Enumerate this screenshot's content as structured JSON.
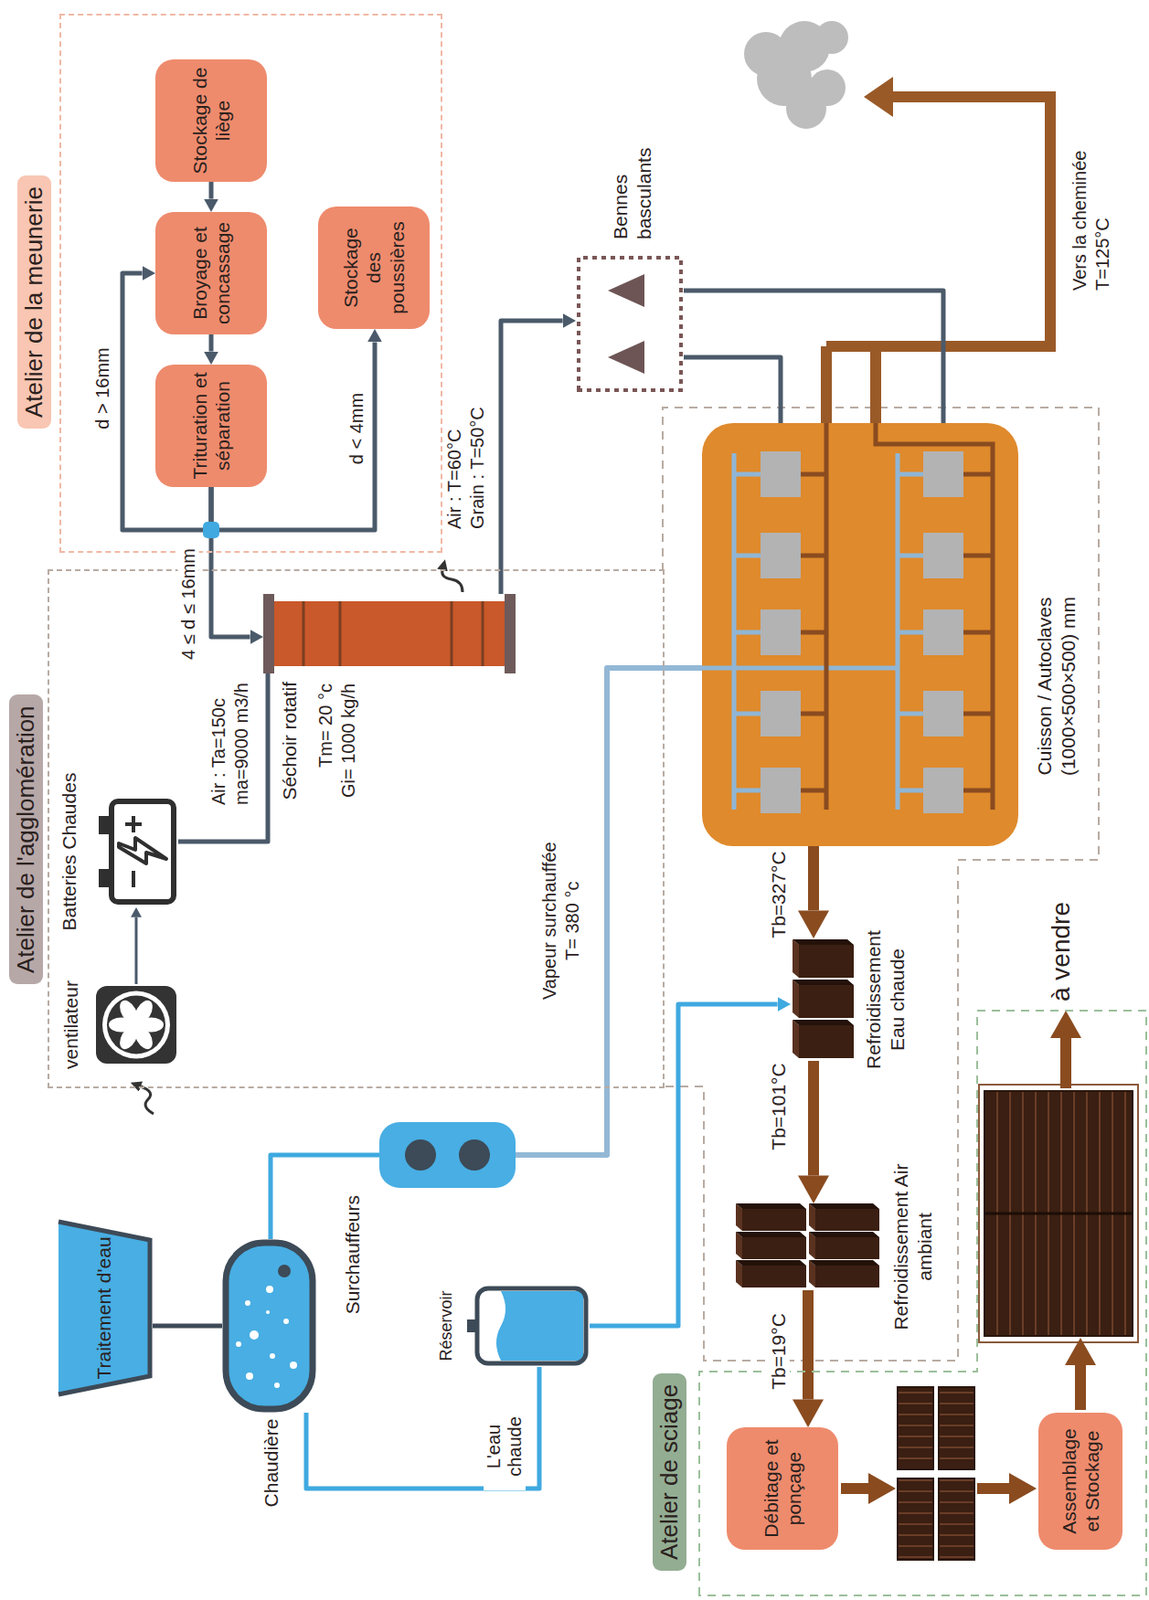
{
  "diagram": {
    "nodes": [
      {
        "text": [
          "Atelier de la meunerie"
        ]
      },
      {
        "text": [
          "Stockage de liège"
        ],
        "in": 0
      },
      {
        "text": [
          "Broyage et concassage"
        ],
        "in": 0
      },
      {
        "text": [
          "Trituration et séparation"
        ],
        "in": 0
      },
      {
        "text": [
          "Stockage des poussières"
        ],
        "in": 0
      },
      {
        "text": [
          "Atelier de l'agglomération"
        ]
      },
      {
        "text": [
          "Séchoir rotatif"
        ],
        "in": 5
      },
      {
        "text": [
          "Batteries Chaudes"
        ],
        "in": 5
      },
      {
        "text": [
          "ventilateur"
        ],
        "in": 5
      },
      {
        "text": [
          "Bennes basculants"
        ]
      },
      {
        "text": [
          "Cuisson / Autoclaves (1000×500×500) mm"
        ]
      },
      {
        "text": [
          "Refroidissement Eau chaude"
        ]
      },
      {
        "text": [
          "Refroidissement Air ambiant"
        ]
      },
      {
        "text": [
          "Atelier de sciage"
        ]
      },
      {
        "text": [
          "Débitage et ponçage"
        ],
        "in": 13
      },
      {
        "text": [
          "Assemblage et Stockage"
        ],
        "in": 13
      },
      {
        "text": [
          "Traitement d'eau"
        ]
      },
      {
        "text": [
          "Chaudière"
        ]
      },
      {
        "text": [
          "Surchauffeurs"
        ]
      },
      {
        "text": [
          "Réservoir"
        ]
      }
    ],
    "edges": [
      {
        "from": 1,
        "to": 2,
        "arrow": "to"
      },
      {
        "from": 2,
        "to": 3,
        "arrow": "to"
      },
      {
        "from": 3,
        "to": 2,
        "label": "d > 16mm",
        "arrow": "to"
      },
      {
        "from": 3,
        "to": 4,
        "label": "d < 4mm",
        "arrow": "to"
      },
      {
        "from": 3,
        "to": 6,
        "label": "4 ≤ d ≤ 16mm",
        "arrow": "to"
      },
      {
        "from": 8,
        "to": 7,
        "arrow": "to"
      },
      {
        "from": 7,
        "to": 6,
        "arrow": "none"
      },
      {
        "from": 6,
        "to": 9,
        "arrow": "to"
      },
      {
        "from": 9,
        "to": 10,
        "arrow": "none"
      },
      {
        "from": 9,
        "to": 10,
        "arrow": "none"
      },
      {
        "from": 18,
        "to": 10,
        "arrow": "none"
      },
      {
        "from": 10,
        "to": 11,
        "label": "Tb=327°C",
        "arrow": "to"
      },
      {
        "from": 11,
        "to": 12,
        "label": "Tb=101°C",
        "arrow": "to"
      },
      {
        "from": 12,
        "to": 14,
        "label": "Tb=19°C",
        "arrow": "to"
      },
      {
        "from": 16,
        "to": 17,
        "arrow": "none"
      },
      {
        "from": 17,
        "to": 18,
        "arrow": "none"
      },
      {
        "from": 17,
        "to": 19,
        "label": "L'eau chaude",
        "arrow": "none"
      },
      {
        "from": 19,
        "to": 11,
        "arrow": "to"
      }
    ],
    "labels": [
      "Air : T=60°C",
      "Grain : T=50°C",
      "Air : Ta=150c",
      "ma=9000 m3/h",
      "Tm= 20 °c",
      "Gi= 1000 kg/h",
      "Vapeur surchauffée",
      "T= 380 °c",
      "Vers la cheminée",
      "T=125°C",
      "à vendre"
    ]
  }
}
